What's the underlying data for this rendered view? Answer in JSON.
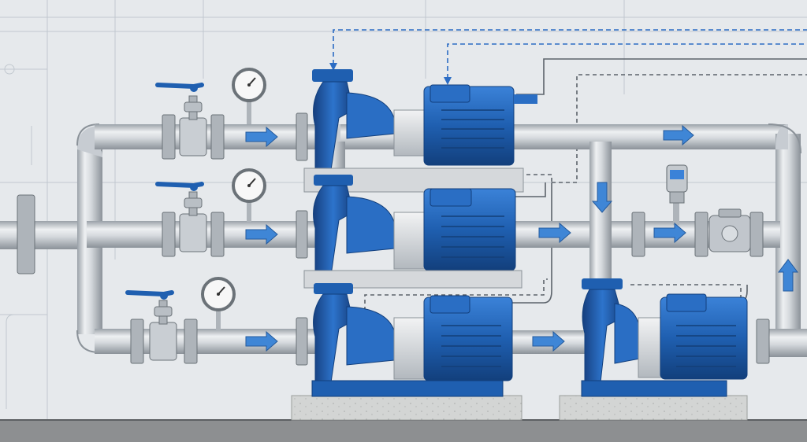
{
  "scene": {
    "colors": {
      "background": "#e6e9ec",
      "pipe_steel": "#c7ccd2",
      "pump_blue": "#1f5fb0",
      "arrow_blue": "#3f86d6",
      "signal_line_blue": "#2b6cc4",
      "signal_line_grey": "#5c636b",
      "concrete": "#cfd1d0",
      "floor": "#8d8f91"
    },
    "flow_arrow_icon": "right-arrow-icon",
    "pump_units": [
      {
        "name": "upper-pump-unit"
      },
      {
        "name": "middle-pump-unit"
      },
      {
        "name": "lower-left-pump-unit"
      },
      {
        "name": "lower-right-pump-unit"
      }
    ],
    "instruments": [
      {
        "name": "pressure-gauge",
        "count": 3
      },
      {
        "name": "gate-valve",
        "count": 3
      },
      {
        "name": "digital-pressure-transmitter",
        "count": 1
      },
      {
        "name": "check-valve",
        "count": 1
      }
    ]
  }
}
